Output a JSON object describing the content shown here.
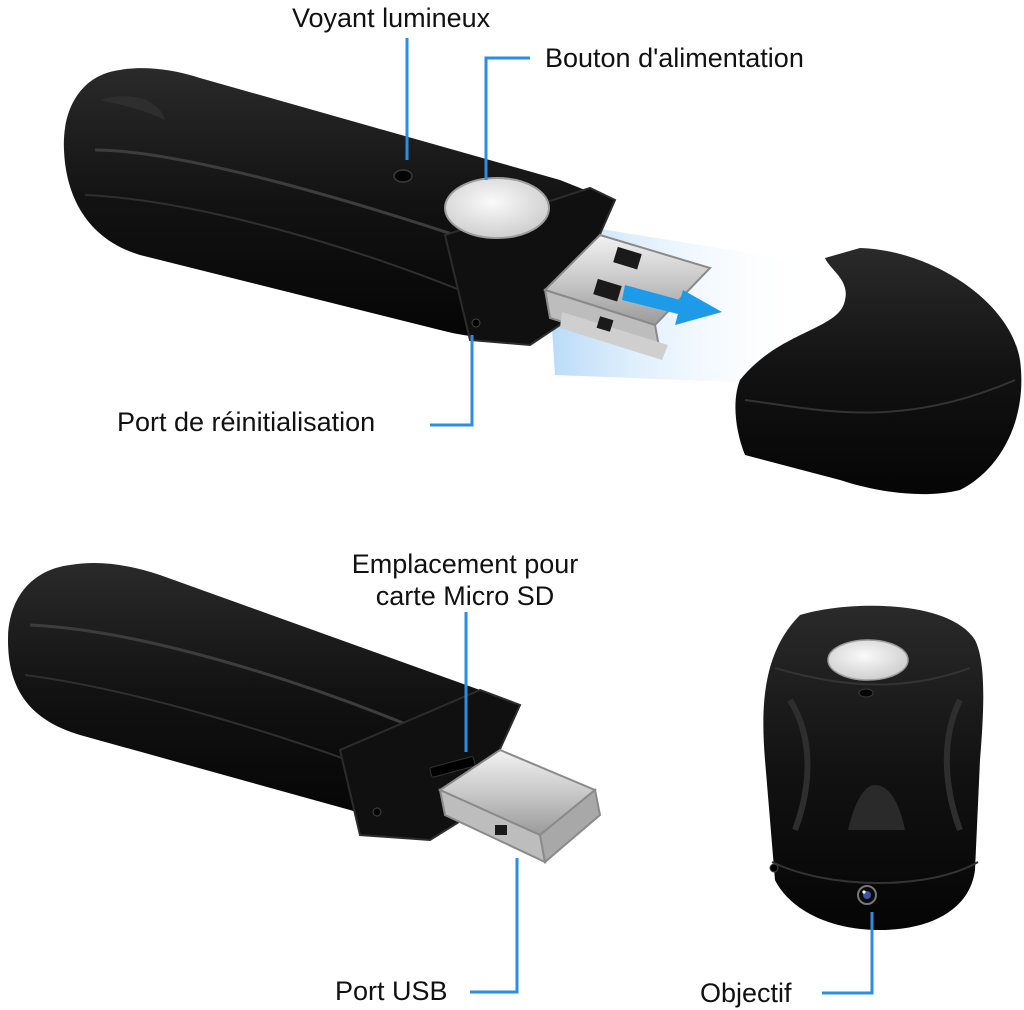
{
  "labels": {
    "indicator_light": "Voyant lumineux",
    "power_button": "Bouton d'alimentation",
    "reset_port": "Port de réinitialisation",
    "micro_sd_line1": "Emplacement pour",
    "micro_sd_line2": "carte Micro SD",
    "usb_port": "Port USB",
    "lens": "Objectif"
  },
  "colors": {
    "callout_line": "#2a8fe0",
    "device_body": "#151515",
    "device_highlight": "#3a3a3a",
    "button": "#e6e6e6",
    "metal": "#d7d7d7",
    "arrow": "#1e9be8",
    "glow": "#cfe6fb"
  }
}
